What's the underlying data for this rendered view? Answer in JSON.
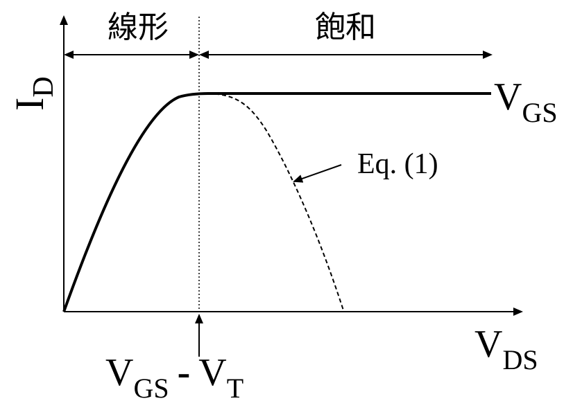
{
  "labels": {
    "linear_region": "線形",
    "saturation_region": "飽和",
    "y_axis_main": "I",
    "y_axis_sub": "D",
    "x_axis_main": "V",
    "x_axis_sub": "DS",
    "curve_label_main": "V",
    "curve_label_sub": "GS",
    "equation_label": "Eq. (1)",
    "boundary_vgs_main": "V",
    "boundary_vgs_sub": "GS",
    "boundary_minus": "-",
    "boundary_vt_main": "V",
    "boundary_vt_sub": "T"
  },
  "colors": {
    "ink": "#000000",
    "background": "#ffffff"
  }
}
